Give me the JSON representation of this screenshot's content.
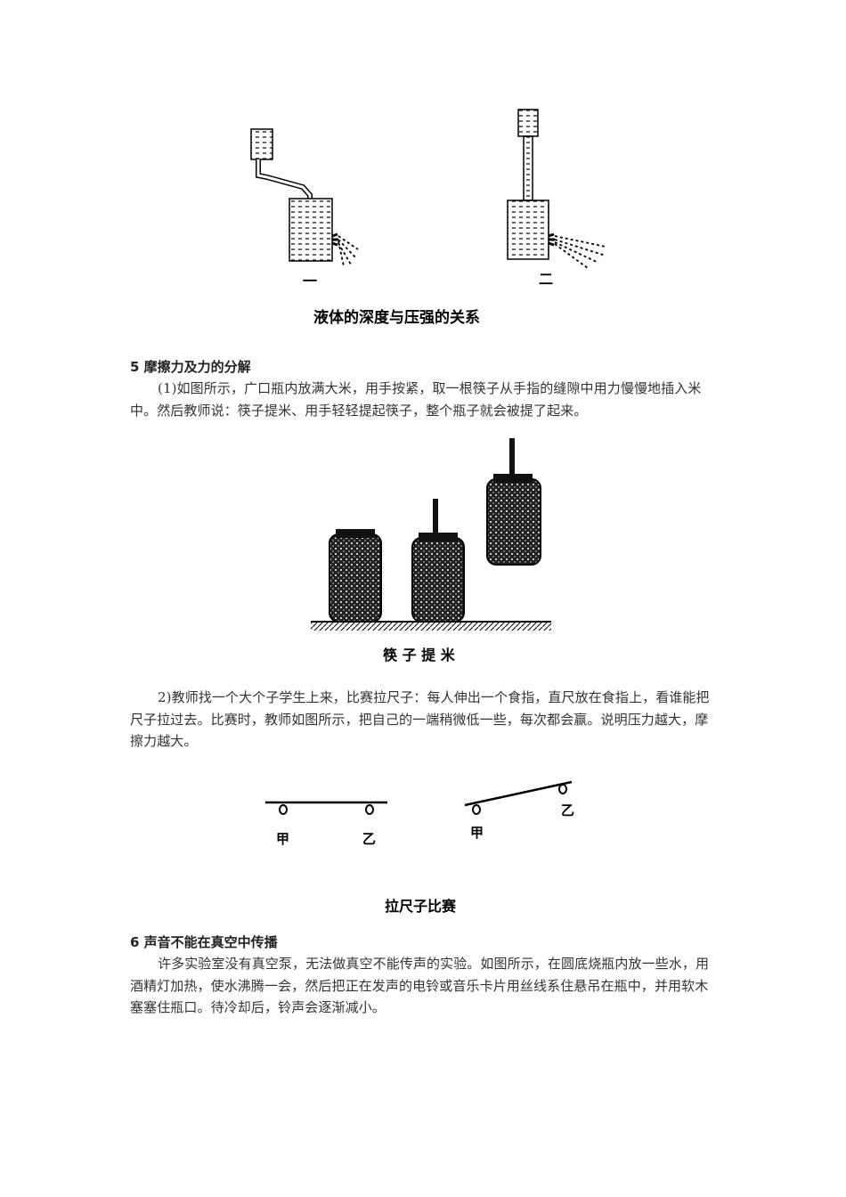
{
  "figures": {
    "liquid": {
      "caption": "液体的深度与压强的关系",
      "labels": [
        "一",
        "二"
      ]
    },
    "chopsticks": {
      "caption": "筷 子 提 米"
    },
    "ruler": {
      "caption": "拉尺子比赛",
      "labels": [
        "甲",
        "乙",
        "甲",
        "乙"
      ]
    }
  },
  "sections": [
    {
      "heading": "5 摩擦力及力的分解",
      "paragraphs": [
        "(1)如图所示，广口瓶内放满大米，用手按紧，取一根筷子从手指的缝隙中用力慢慢地插入米中。然后教师说：筷子提米、用手轻轻提起筷子，整个瓶子就会被提了起来。",
        "2)教师找一个大个子学生上来，比赛拉尺子：每人伸出一个食指，直尺放在食指上，看谁能把尺子拉过去。比赛时，教师如图所示，把自己的一端稍微低一些，每次都会赢。说明压力越大，摩擦力越大。"
      ]
    },
    {
      "heading": "6 声音不能在真空中传播",
      "paragraphs": [
        "许多实验室没有真空泵，无法做真空不能传声的实验。如图所示，在圆底烧瓶内放一些水，用酒精灯加热，使水沸腾一会，然后把正在发声的电铃或音乐卡片用丝线系住悬吊在瓶中，并用软木塞塞住瓶口。待冷却后，铃声会逐渐减小。"
      ]
    }
  ]
}
